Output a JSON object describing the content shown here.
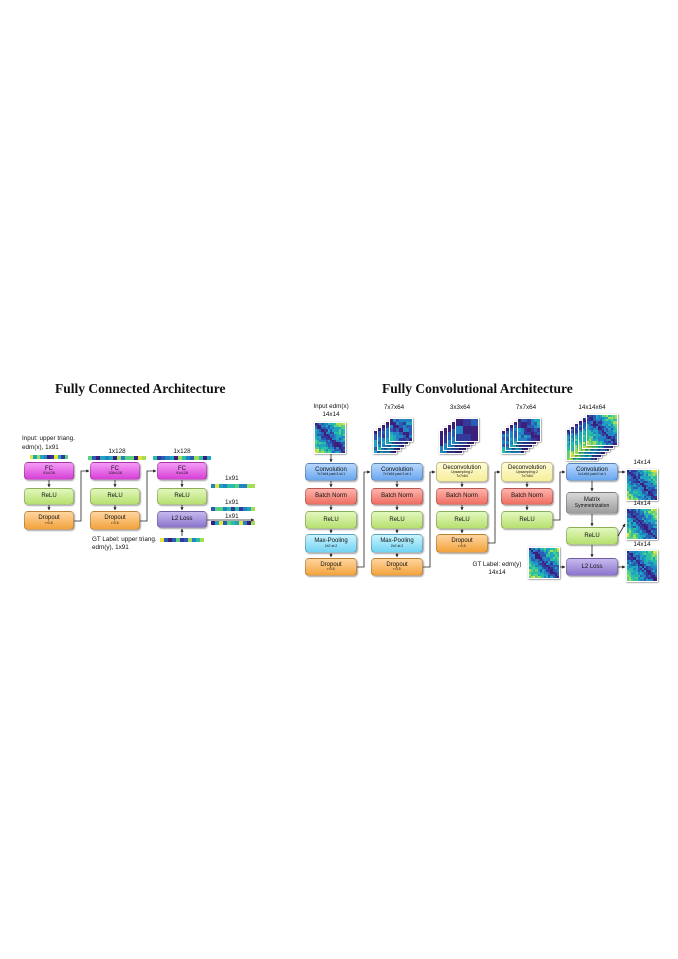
{
  "fc": {
    "title": "Fully Connected Architecture",
    "input_label_line1": "Input: upper triang.",
    "input_label_line2": "edm(x), 1x91",
    "col2_dim": "1x128",
    "col3_dim": "1x128",
    "fc1": {
      "name": "FC",
      "params": "91x128"
    },
    "fc2": {
      "name": "FC",
      "params": "128x128"
    },
    "fc3": {
      "name": "FC",
      "params": "91x128"
    },
    "relu": "ReLU",
    "dropout": {
      "name": "Dropout",
      "params": "r:0.5"
    },
    "l2_loss": "L2 Loss",
    "out_dim_top": "1x91",
    "out_dim_mid": "1x91",
    "out_dim_low": "1x91",
    "gt_label_line1": "GT Label: upper triang.",
    "gt_label_line2": "edm(y), 1x91"
  },
  "fcn": {
    "title": "Fully Convolutional Architecture",
    "input_label_line1": "Input edm(x)",
    "input_label_line2": "14x14",
    "dims": [
      "7x7x64",
      "3x3x64",
      "7x7x64",
      "14x14x64"
    ],
    "conv1": {
      "name": "Convolution",
      "params": "7x7x64 pad:3 st:1"
    },
    "conv2": {
      "name": "Convolution",
      "params": "7x7x64 pad:3 st:1"
    },
    "deconv1": {
      "name": "Deconvolution",
      "params1": "Upsampling:2",
      "params2": "7x7x64"
    },
    "deconv2": {
      "name": "Deconvolution",
      "params1": "Upsampling:2",
      "params2": "7x7x64"
    },
    "conv3": {
      "name": "Convolution",
      "params": "1x1x64 pad:0 st:1"
    },
    "batch_norm": "Batch Norm",
    "relu": "ReLU",
    "max_pooling": {
      "name": "Max-Pooling",
      "params": "2x2 st:2"
    },
    "dropout": {
      "name": "Dropout",
      "params": "r:0.5"
    },
    "matrix_sym_line1": "Matrix",
    "matrix_sym_line2": "Symmetrization",
    "l2_loss": "L2 Loss",
    "out_dims": [
      "14x14",
      "14x14",
      "14x14"
    ],
    "gt_label_line1": "GT Label: edm(y)",
    "gt_label_line2": "14x14"
  },
  "colors": {
    "fc": "#e35ee3",
    "relu": "#c4e98a",
    "dropout": "#f6b35a",
    "l2_loss": "#9c89d6",
    "convolution": "#7db3f2",
    "batch_norm": "#f08278",
    "max_pooling": "#8fdcf5",
    "deconvolution": "#f9f2aa",
    "matrix_symmetrization": "#b0b0b0"
  }
}
